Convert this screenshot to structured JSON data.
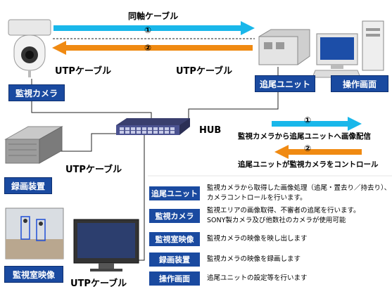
{
  "cables": {
    "coax": "同軸ケーブル",
    "utp_camera": "UTPケーブル",
    "utp_tracker": "UTPケーブル",
    "utp_recorder": "UTPケーブル",
    "utp_monitor": "UTPケーブル",
    "num1": "①",
    "num2": "②"
  },
  "hub": {
    "label": "HUB"
  },
  "devices": {
    "camera": "監視カメラ",
    "tracker": "追尾ユニット",
    "operation": "操作画面",
    "recorder": "録画装置",
    "monitor_room": "監視室映像"
  },
  "key": {
    "arrow1_num": "①",
    "arrow1_text": "監視カメラから追尾ユニットへ画像配信",
    "arrow2_num": "②",
    "arrow2_text": "追尾ユニットが監視カメラをコントロール"
  },
  "legend": [
    {
      "term": "追尾ユニット",
      "lines": [
        "監視カメラから取得した画像処理（追尾・置去り／持去り）、",
        "カメラコントロールを行います。"
      ]
    },
    {
      "term": "監視カメラ",
      "lines": [
        "監視エリアの画像取得、不審者の追尾を行います。",
        "SONY製カメラ及び他数社のカメラが使用可能"
      ]
    },
    {
      "term": "監視室映像",
      "lines": [
        "監視カメラの映像を映し出します"
      ]
    },
    {
      "term": "録画装置",
      "lines": [
        "監視カメラの映像を録画します"
      ]
    },
    {
      "term": "操作画面",
      "lines": [
        "追尾ユニットの設定等を行います"
      ]
    }
  ],
  "colors": {
    "cyan_arrow": "#19b7ea",
    "orange_arrow": "#f08a12",
    "blue_label": "#1a4aa0"
  }
}
